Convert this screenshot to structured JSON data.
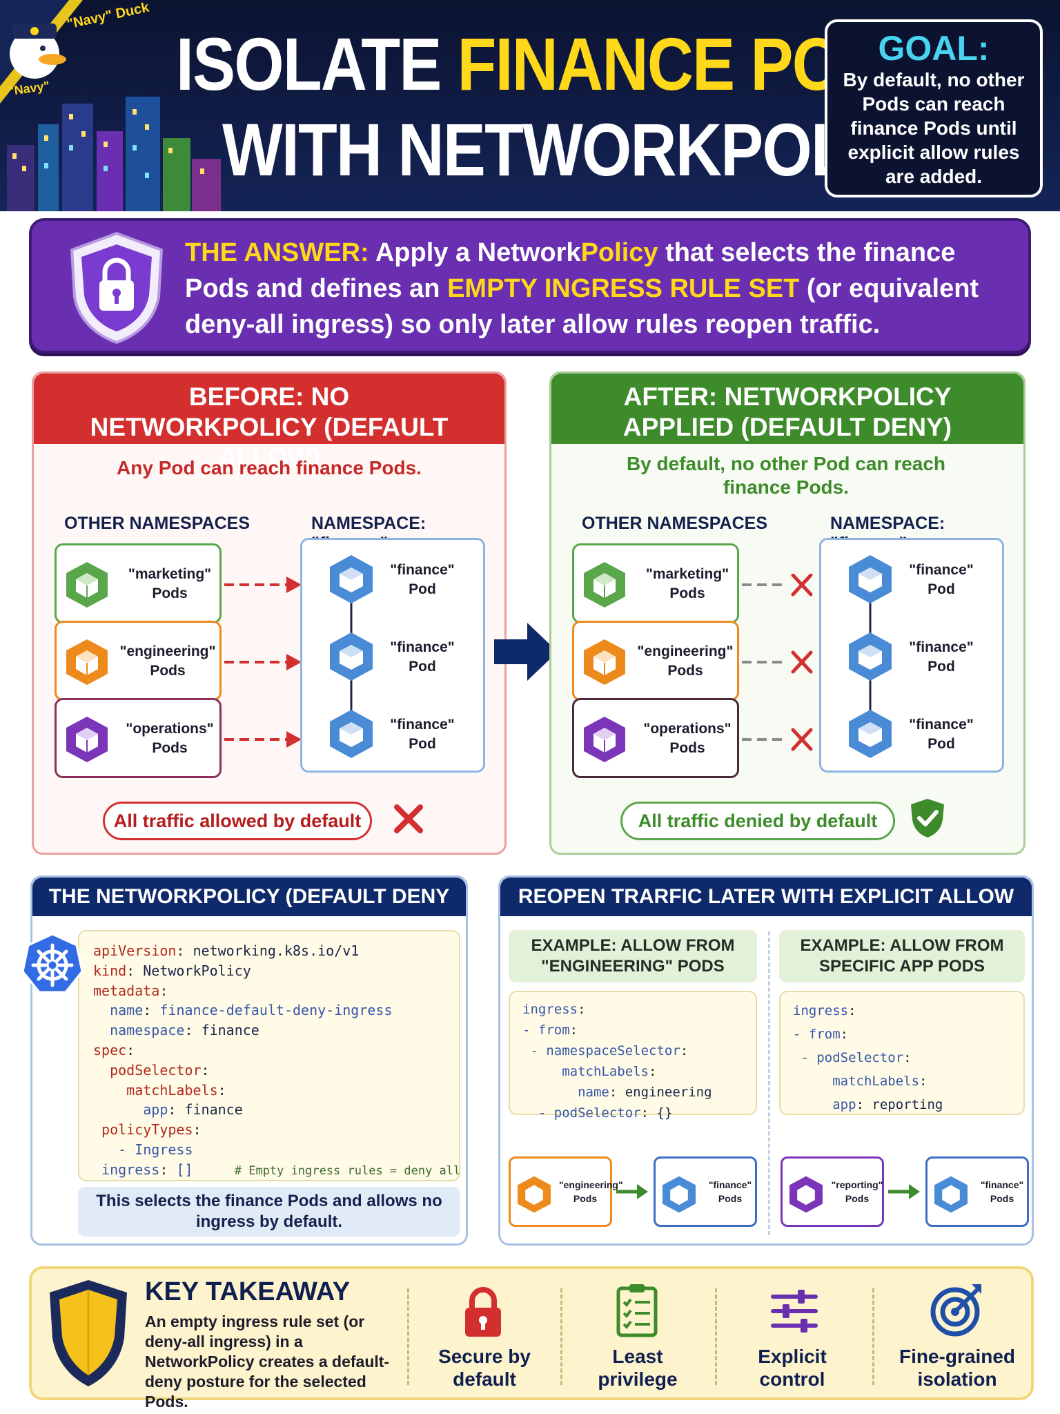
{
  "header": {
    "logo_text_top": "\"Navy\" Duck",
    "logo_text_bottom": "\"Navy\"",
    "title_white1": "ISOLATE ",
    "title_yellow": "FINANCE PODS",
    "title_line2": "WITH NETWORKPOLICY"
  },
  "goal": {
    "heading": "GOAL:",
    "text": "By default, no other Pods can reach finance Pods until explicit allow rules are added."
  },
  "answer": {
    "lead": "THE ANSWER:",
    "p1": " Apply a Network",
    "p1y": "Policy",
    "p2": " that selects the finance Pods and defines an ",
    "emph": "EMPTY INGRESS RULE SET",
    "p3": " (or equivalent deny-all ingress) so only later allow rules reopen traffic."
  },
  "before": {
    "title": "BEFORE: NO NETWORKPOLICY (DEFAULT ALLOW)",
    "subtitle": "Any Pod can reach finance Pods.",
    "col_left": "OTHER NAMESPACES",
    "col_right": "NAMESPACE: \"finance\"",
    "pods": [
      "\"marketing\" Pods",
      "\"engineering\" Pods",
      "\"operations\" Pods"
    ],
    "finance_pod": "\"finance\" Pod",
    "status": "All traffic allowed by default"
  },
  "after": {
    "title": "AFTER: NETWORKPOLICY APPLIED (DEFAULT DENY)",
    "subtitle": "By default, no other Pod can reach finance Pods.",
    "col_left": "OTHER NAMESPACES",
    "col_right": "NAMESPACE: \"finance\"",
    "pods": [
      "\"marketing\" Pods",
      "\"engineering\" Pods",
      "\"operations\" Pods"
    ],
    "finance_pod": "\"finance\" Pod",
    "status": "All traffic denied by default"
  },
  "policy": {
    "title": "THE NETWORKPOLICY (DEFAULT DENY INGRESS)",
    "comment": "# Empty ingress rules = deny all",
    "note": "This selects the finance Pods and allows no ingress by default."
  },
  "reopen": {
    "title": "REOPEN TRARFIC LATER WITH EXPLICIT ALLOW RULES",
    "ex1_title": "EXAMPLE: ALLOW FROM \"ENGINEERING\" PODS",
    "ex2_title": "EXAMPLE: ALLOW FROM SPECIFIC APP PODS",
    "ex1_from": "\"engineering\" Pods",
    "ex1_to": "\"finance\" Pods",
    "ex2_from": "\"reporting\" Pods",
    "ex2_to": "\"finance\" Pods"
  },
  "takeaway": {
    "title": "KEY TAKEAWAY",
    "text": "An empty ingress rule set (or deny-all ingress) in a NetworkPolicy creates a default-deny posture for the selected Pods.",
    "items": [
      "Secure by default",
      "Least privilege",
      "Explicit control",
      "Fine-grained isolation"
    ]
  },
  "colors": {
    "red": "#d32f2f",
    "green": "#3d8b2a",
    "navy": "#0f2a6b",
    "purple": "#6a2fb0",
    "yellow": "#ffd81a"
  }
}
